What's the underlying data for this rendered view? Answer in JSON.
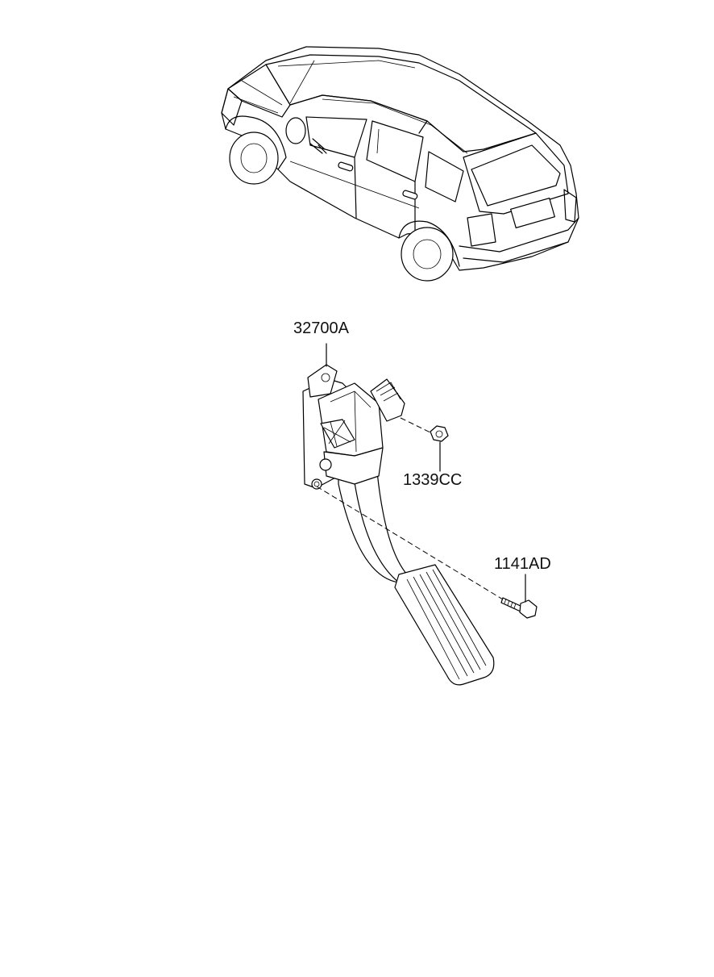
{
  "parts": [
    {
      "id": "pedal",
      "number": "32700A"
    },
    {
      "id": "nut",
      "number": "1339CC"
    },
    {
      "id": "bolt",
      "number": "1141AD"
    }
  ]
}
